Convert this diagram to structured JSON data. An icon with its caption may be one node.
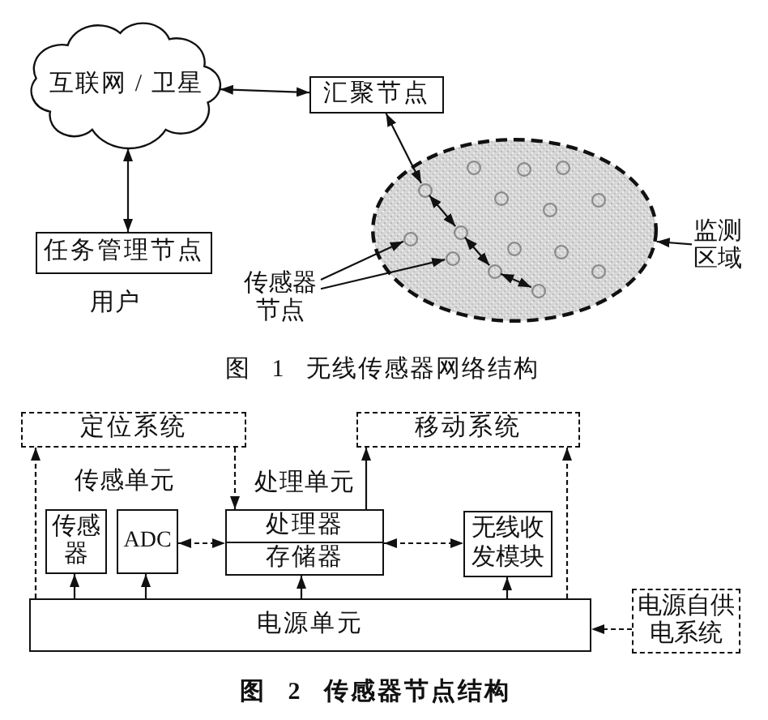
{
  "diagram": {
    "nodes": [
      {
        "text": [
          "互联网 / 卫星"
        ]
      },
      {
        "text": [
          "汇聚节点"
        ]
      },
      {
        "text": [
          "任务管理节点"
        ],
        "beside": [
          "用户"
        ]
      },
      {
        "text": [],
        "shape": "ellipse"
      },
      {
        "text": [],
        "shape": "circle",
        "in": 3
      },
      {
        "text": [],
        "shape": "circle",
        "in": 3
      },
      {
        "text": [],
        "shape": "circle",
        "in": 3
      },
      {
        "text": [],
        "shape": "circle",
        "in": 3
      },
      {
        "text": [],
        "shape": "circle",
        "in": 3
      },
      {
        "text": [],
        "shape": "circle",
        "in": 3
      },
      {
        "text": [],
        "shape": "circle",
        "in": 3
      },
      {
        "text": [],
        "shape": "circle",
        "in": 3
      },
      {
        "text": [],
        "shape": "circle",
        "in": 3
      },
      {
        "text": [],
        "shape": "circle",
        "in": 3
      },
      {
        "text": [],
        "shape": "circle",
        "in": 3
      },
      {
        "text": [],
        "shape": "circle",
        "in": 3
      },
      {
        "text": [],
        "shape": "circle",
        "in": 3
      },
      {
        "text": [],
        "shape": "circle",
        "in": 3
      },
      {
        "text": [],
        "shape": "circle",
        "in": 3
      },
      {
        "text": [
          "监测区域"
        ]
      },
      {
        "text": [
          "传感器节点"
        ]
      },
      {
        "text": [
          "定位系统"
        ]
      },
      {
        "text": [
          "移动系统"
        ]
      },
      {
        "text": [
          "传感器"
        ]
      },
      {
        "text": [
          "ADC"
        ]
      },
      {
        "text": [
          "处理器",
          "存储器"
        ]
      },
      {
        "text": [
          "无线收发模块"
        ]
      },
      {
        "text": [
          "电源单元"
        ]
      },
      {
        "text": [
          "电源自供电系统"
        ]
      }
    ],
    "edges": [
      {
        "from": 0,
        "to": 1,
        "arrow": "both"
      },
      {
        "from": 0,
        "to": 2,
        "arrow": "both"
      },
      {
        "from": 1,
        "to": 7,
        "arrow": "both"
      },
      {
        "from": 7,
        "to": 12,
        "arrow": "both"
      },
      {
        "from": 12,
        "to": 16,
        "arrow": "both"
      },
      {
        "from": 16,
        "to": 18,
        "arrow": "both"
      },
      {
        "from": 19,
        "to": 3,
        "arrow": "to"
      },
      {
        "from": 20,
        "to": 11,
        "arrow": "to"
      },
      {
        "from": 20,
        "to": 15,
        "arrow": "to"
      },
      {
        "from": 27,
        "to": 21,
        "arrow": "to",
        "style": "dashed"
      },
      {
        "from": 21,
        "to": 25,
        "arrow": "to",
        "style": "dashed"
      },
      {
        "from": 25,
        "to": 22,
        "arrow": "to"
      },
      {
        "from": 27,
        "to": 22,
        "arrow": "to",
        "style": "dashed"
      },
      {
        "from": 27,
        "to": 23,
        "arrow": "to"
      },
      {
        "from": 27,
        "to": 24,
        "arrow": "to"
      },
      {
        "from": 27,
        "to": 25,
        "arrow": "to"
      },
      {
        "from": 27,
        "to": 26,
        "arrow": "to"
      },
      {
        "from": 24,
        "to": 25,
        "arrow": "both",
        "style": "dashed"
      },
      {
        "from": 25,
        "to": 26,
        "arrow": "both",
        "style": "dashed"
      },
      {
        "from": 28,
        "to": 27,
        "arrow": "to",
        "style": "dashed"
      }
    ],
    "labels": [
      "图 1 无线传感器网络结构",
      "传感单元",
      "处理单元",
      "图 2 传感器节点结构"
    ]
  }
}
